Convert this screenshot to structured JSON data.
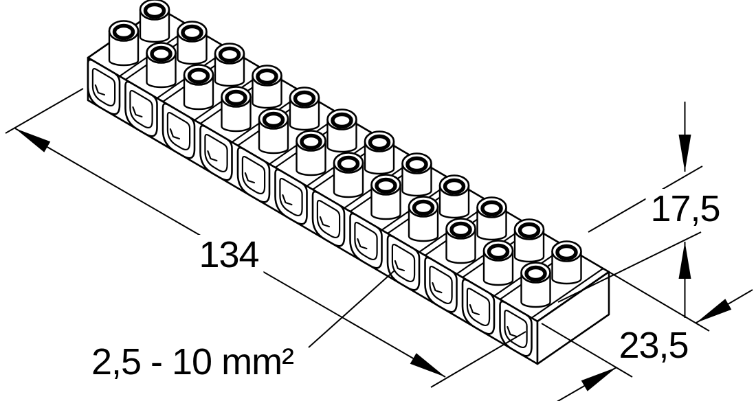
{
  "drawing": {
    "type": "technical line drawing",
    "subject": "screw terminal strip, isometric view",
    "pole_count": 12,
    "screws_per_pole": 2,
    "colors": {
      "line": "#000000",
      "background": "#ffffff"
    },
    "dimension_labels": {
      "length": "134",
      "height": "17,5",
      "depth": "23,5",
      "conductor_range": "2,5 - 10 mm²"
    }
  }
}
